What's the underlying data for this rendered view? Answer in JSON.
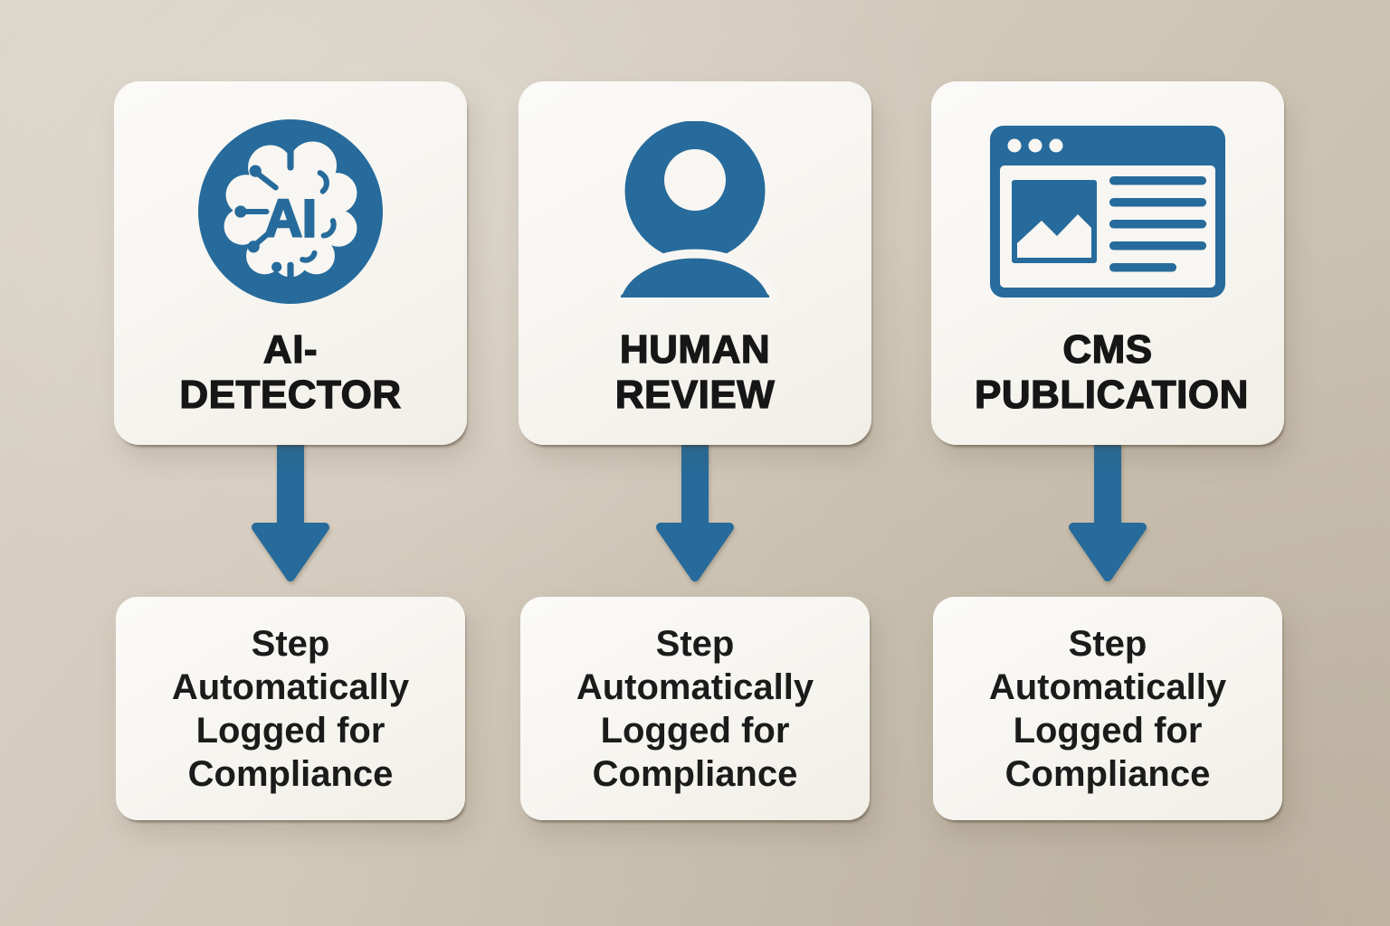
{
  "colors": {
    "accent_blue": "#266B9B",
    "card_white": "#F8F6F2",
    "background_beige": "#D0C7B8",
    "text_black": "#161616"
  },
  "columns": [
    {
      "step_card": {
        "title": "AI-DETECTOR",
        "icon": "ai-brain-icon",
        "icon_label": "AI"
      },
      "arrow_icon": "arrow-down-icon",
      "log_card": {
        "text": "Step Automatically Logged for Compliance"
      }
    },
    {
      "step_card": {
        "title": "HUMAN REVIEW",
        "icon": "person-icon"
      },
      "arrow_icon": "arrow-down-icon",
      "log_card": {
        "text": "Step Automatically Logged for Compliance"
      }
    },
    {
      "step_card": {
        "title": "CMS PUBLICATION",
        "icon": "browser-window-icon"
      },
      "arrow_icon": "arrow-down-icon",
      "log_card": {
        "text": "Step Automatically Logged for Compliance"
      }
    }
  ]
}
